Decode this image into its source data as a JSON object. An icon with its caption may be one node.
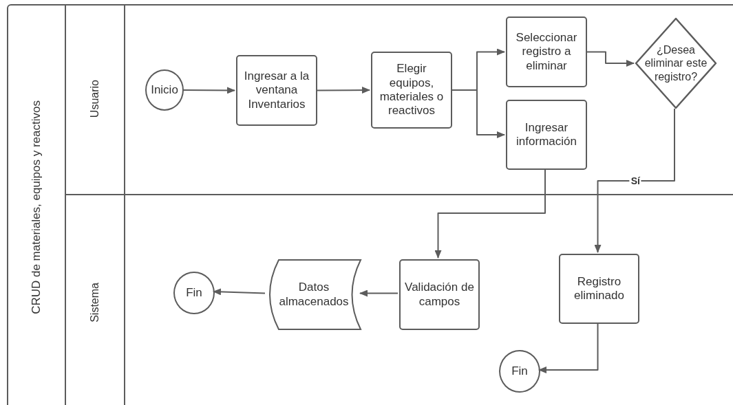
{
  "diagram": {
    "nodes": [
      {
        "text": [
          "CRUD de materiales, equipos y reactivos"
        ]
      },
      {
        "text": [
          "Usuario"
        ],
        "in": 0
      },
      {
        "text": [
          "Sistema"
        ],
        "in": 0
      },
      {
        "text": [
          "Inicio"
        ],
        "in": 1
      },
      {
        "text": [
          "Ingresar a la ventana Inventarios"
        ],
        "in": 1
      },
      {
        "text": [
          "Elegir equipos, materiales o reactivos"
        ],
        "in": 1
      },
      {
        "text": [
          "Seleccionar registro a eliminar"
        ],
        "in": 1
      },
      {
        "text": [
          "¿Desea eliminar este registro?"
        ],
        "in": 1
      },
      {
        "text": [
          "Ingresar información"
        ],
        "in": 1
      },
      {
        "text": [
          "Validación de campos"
        ],
        "in": 2
      },
      {
        "text": [
          "Datos almacenados"
        ],
        "in": 2
      },
      {
        "text": [
          "Fin"
        ],
        "in": 2
      },
      {
        "text": [
          "Registro eliminado"
        ],
        "in": 2
      },
      {
        "text": [
          "Fin"
        ],
        "in": 2
      }
    ],
    "edges": [
      {
        "from": 3,
        "to": 4,
        "arrow": "to"
      },
      {
        "from": 4,
        "to": 5,
        "arrow": "to"
      },
      {
        "from": 5,
        "to": 6,
        "arrow": "to"
      },
      {
        "from": 5,
        "to": 8,
        "arrow": "to"
      },
      {
        "from": 6,
        "to": 7,
        "arrow": "to"
      },
      {
        "from": 7,
        "to": 12,
        "arrow": "to",
        "label": "Sí"
      },
      {
        "from": 8,
        "to": 9,
        "arrow": "to"
      },
      {
        "from": 9,
        "to": 10,
        "arrow": "to"
      },
      {
        "from": 10,
        "to": 11,
        "arrow": "to"
      },
      {
        "from": 12,
        "to": 13,
        "arrow": "to"
      }
    ]
  }
}
